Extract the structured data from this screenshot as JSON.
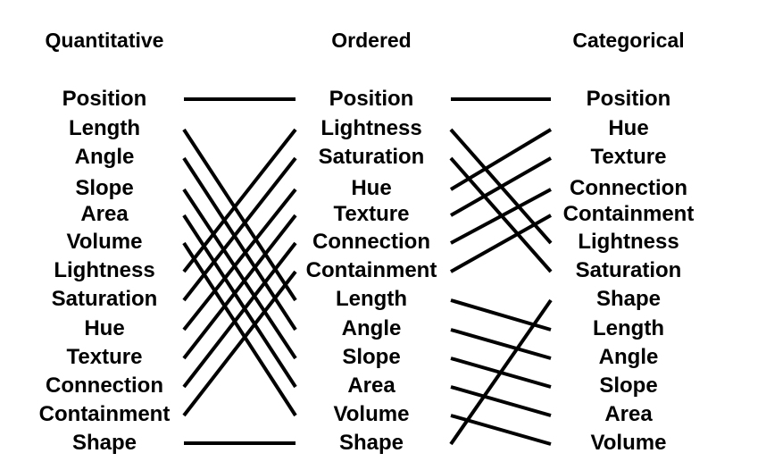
{
  "columns": [
    {
      "title": "Quantitative",
      "items": [
        "Position",
        "Length",
        "Angle",
        "Slope",
        "Area",
        "Volume",
        "Lightness",
        "Saturation",
        "Hue",
        "Texture",
        "Connection",
        "Containment",
        "Shape"
      ]
    },
    {
      "title": "Ordered",
      "items": [
        "Position",
        "Lightness",
        "Saturation",
        "Hue",
        "Texture",
        "Connection",
        "Containment",
        "Length",
        "Angle",
        "Slope",
        "Area",
        "Volume",
        "Shape"
      ]
    },
    {
      "title": "Categorical",
      "items": [
        "Position",
        "Hue",
        "Texture",
        "Connection",
        "Containment",
        "Lightness",
        "Saturation",
        "Shape",
        "Length",
        "Angle",
        "Slope",
        "Area",
        "Volume"
      ]
    }
  ],
  "connector_color": "#000000",
  "text_color": "#000000"
}
